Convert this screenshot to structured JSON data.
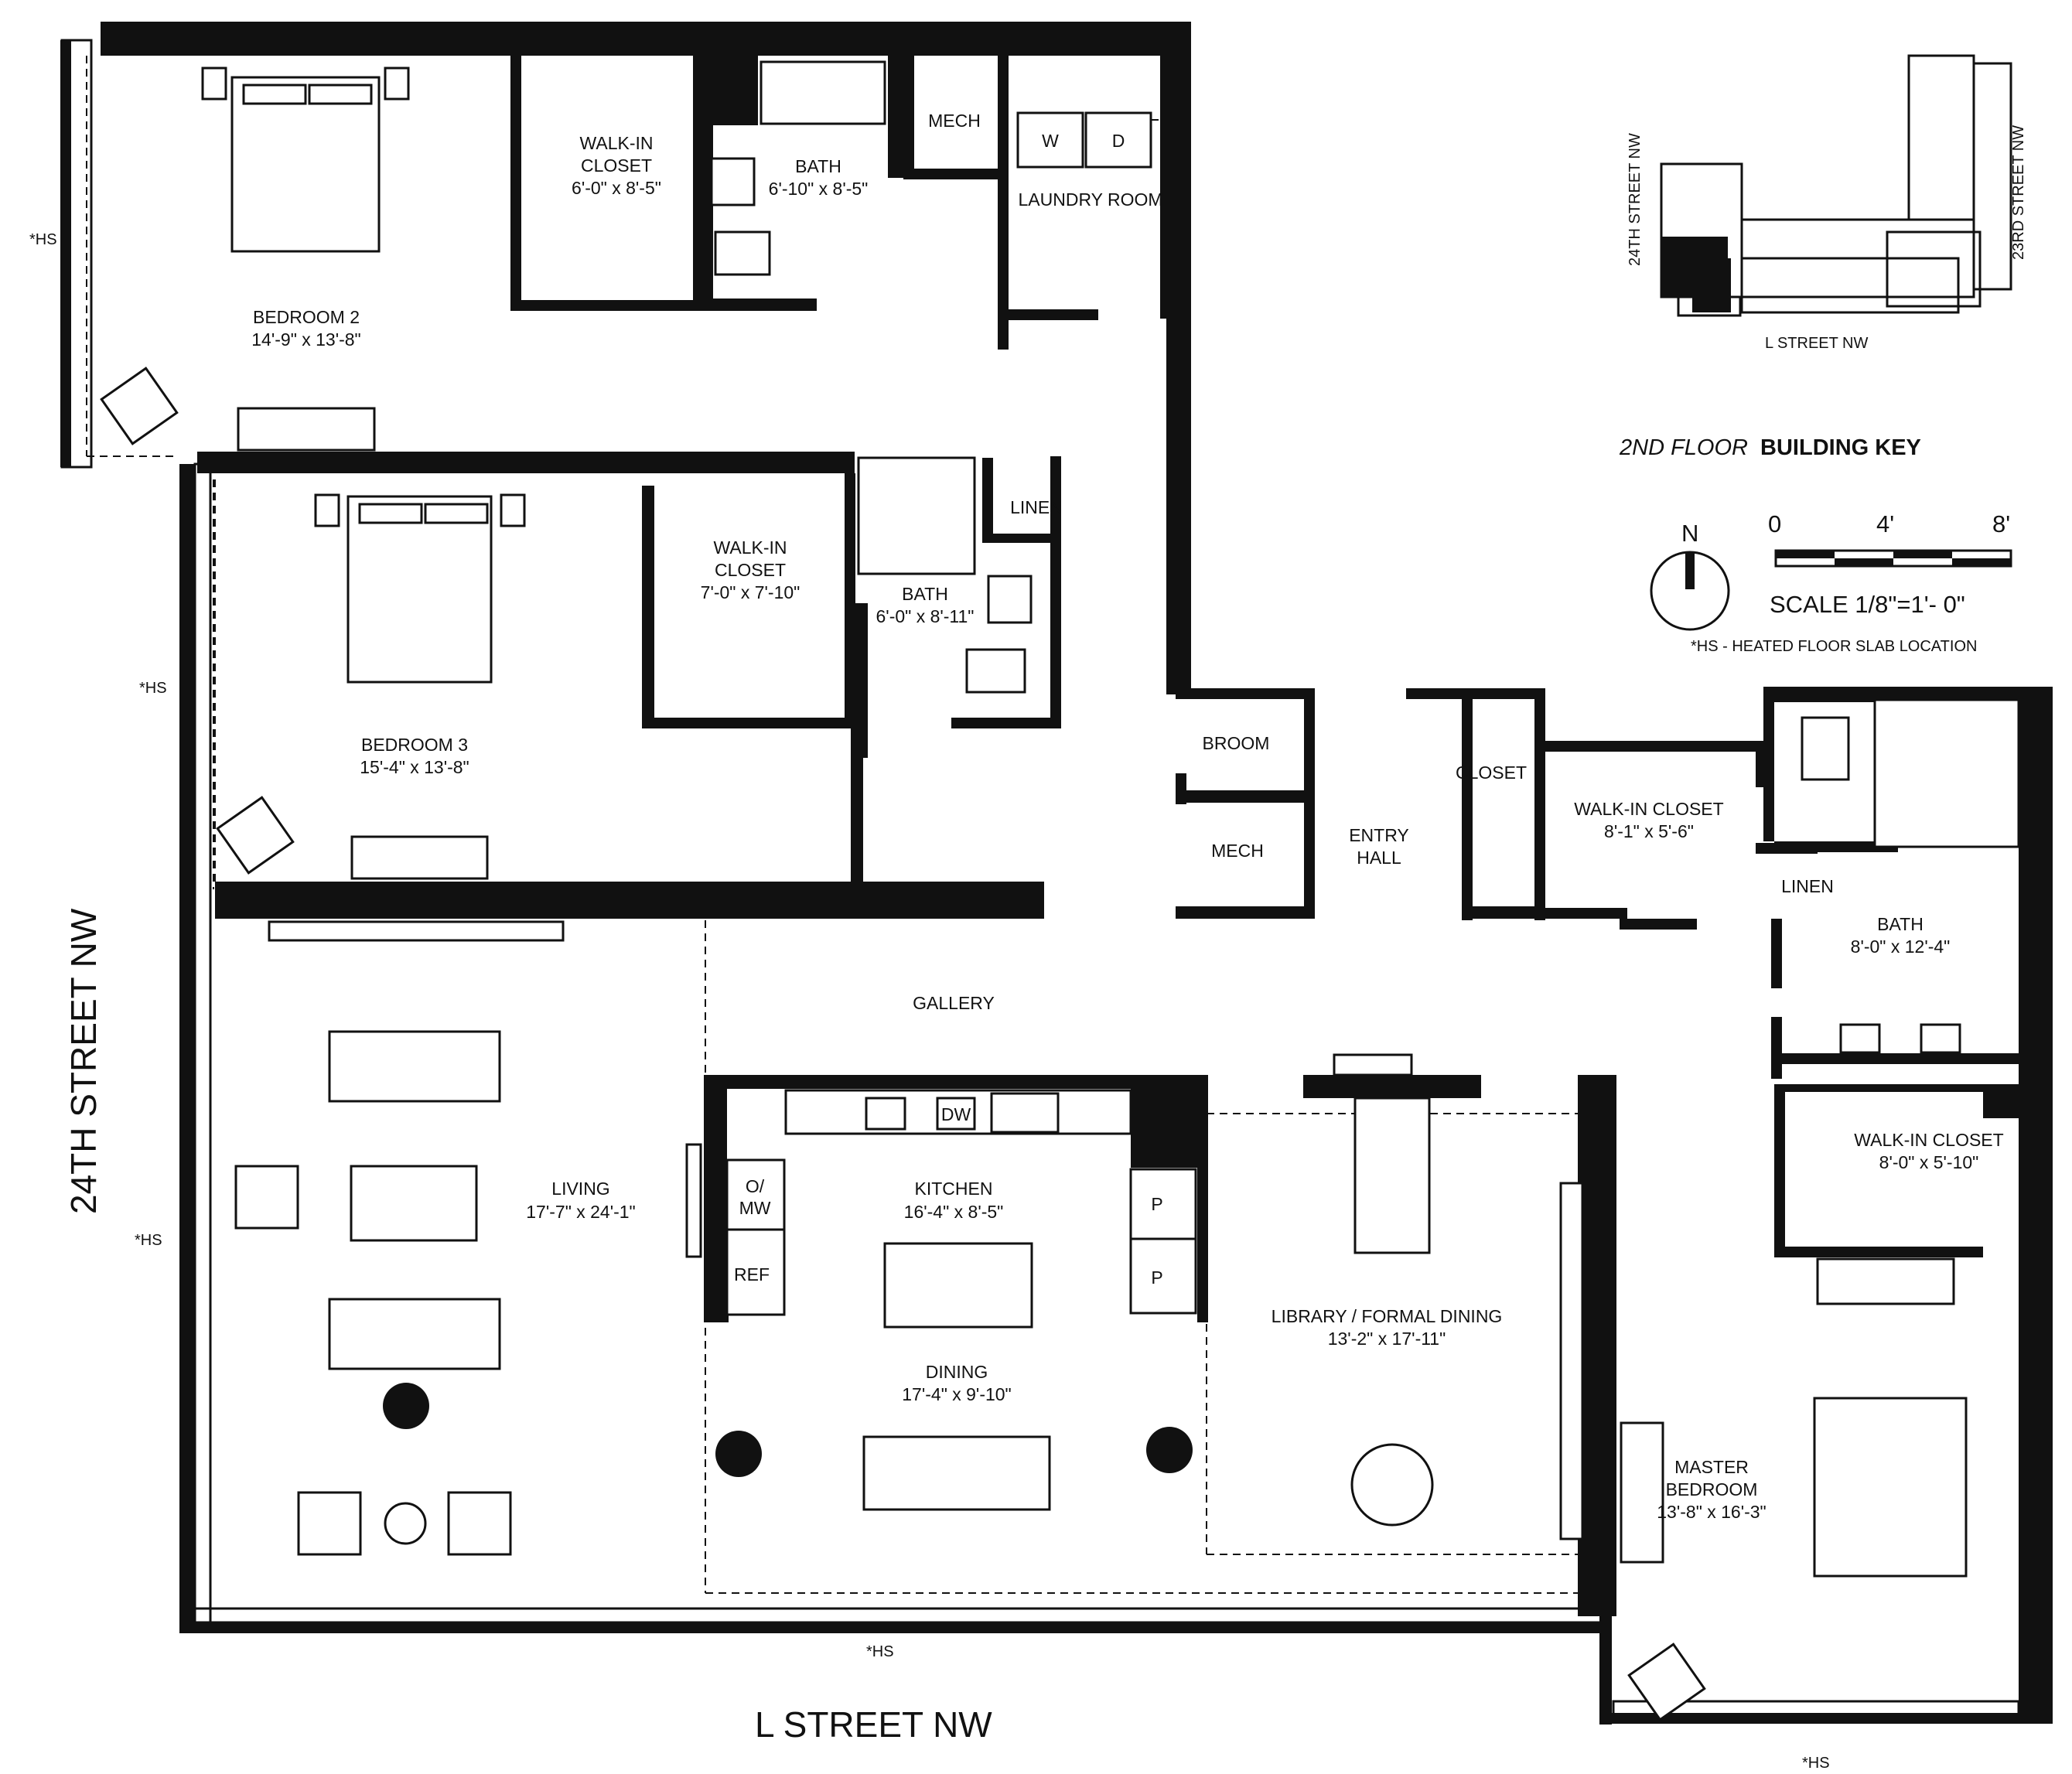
{
  "rooms": {
    "bedroom2": {
      "name": "BEDROOM 2",
      "dims": "14'-9\" x 13'-8\""
    },
    "wic1": {
      "name1": "WALK-IN",
      "name2": "CLOSET",
      "dims": "6'-0\" x 8'-5\""
    },
    "bath1": {
      "name": "BATH",
      "dims": "6'-10\" x 8'-5\""
    },
    "mech1": {
      "name": "MECH"
    },
    "laundry": {
      "name": "LAUNDRY ROOM",
      "w": "W",
      "d": "D"
    },
    "bedroom3": {
      "name": "BEDROOM 3",
      "dims": "15'-4\" x 13'-8\""
    },
    "wic2": {
      "name1": "WALK-IN",
      "name2": "CLOSET",
      "dims": "7'-0\" x 7'-10\""
    },
    "bath2": {
      "name": "BATH",
      "dims": "6'-0\" x 8'-11\""
    },
    "linen1": {
      "name": "LINEN"
    },
    "broom": {
      "name": "BROOM"
    },
    "mech2": {
      "name": "MECH"
    },
    "entry": {
      "name1": "ENTRY",
      "name2": "HALL"
    },
    "closet": {
      "name": "CLOSET"
    },
    "wic3": {
      "name": "WALK-IN CLOSET",
      "dims": "8'-1\" x 5'-6\""
    },
    "linen2": {
      "name": "LINEN"
    },
    "bath3": {
      "name": "BATH",
      "dims": "8'-0\" x 12'-4\""
    },
    "gallery": {
      "name": "GALLERY"
    },
    "living": {
      "name": "LIVING",
      "dims": "17'-7\" x 24'-1\""
    },
    "kitchen": {
      "name": "KITCHEN",
      "dims": "16'-4\" x 8'-5\"",
      "dw": "DW",
      "omw1": "O/",
      "omw2": "MW",
      "ref": "REF",
      "p1": "P",
      "p2": "P"
    },
    "dining": {
      "name": "DINING",
      "dims": "17'-4\" x 9'-10\""
    },
    "library": {
      "name": "LIBRARY / FORMAL DINING",
      "dims": "13'-2\" x 17'-11\""
    },
    "wic4": {
      "name": "WALK-IN CLOSET",
      "dims": "8'-0\" x 5'-10\""
    },
    "master": {
      "name1": "MASTER",
      "name2": "BEDROOM",
      "dims": "13'-8\" x 16'-3\""
    }
  },
  "streets": {
    "west_big": "24TH STREET NW",
    "south_big": "L STREET NW",
    "key_west": "24TH STREET NW",
    "key_east": "23RD STREET NW",
    "key_south": "L STREET NW"
  },
  "notes": {
    "hs": "*HS",
    "hs_legend": "*HS - HEATED FLOOR SLAB LOCATION"
  },
  "building_key": {
    "title_italic": "2ND FLOOR",
    "title_bold": "BUILDING KEY"
  },
  "north": {
    "label": "N"
  },
  "scale": {
    "tick0": "0",
    "tick1": "4'",
    "tick2": "8'",
    "text": "SCALE 1/8\"=1'- 0\""
  },
  "colors": {
    "ink": "#111111",
    "paper": "#ffffff"
  }
}
